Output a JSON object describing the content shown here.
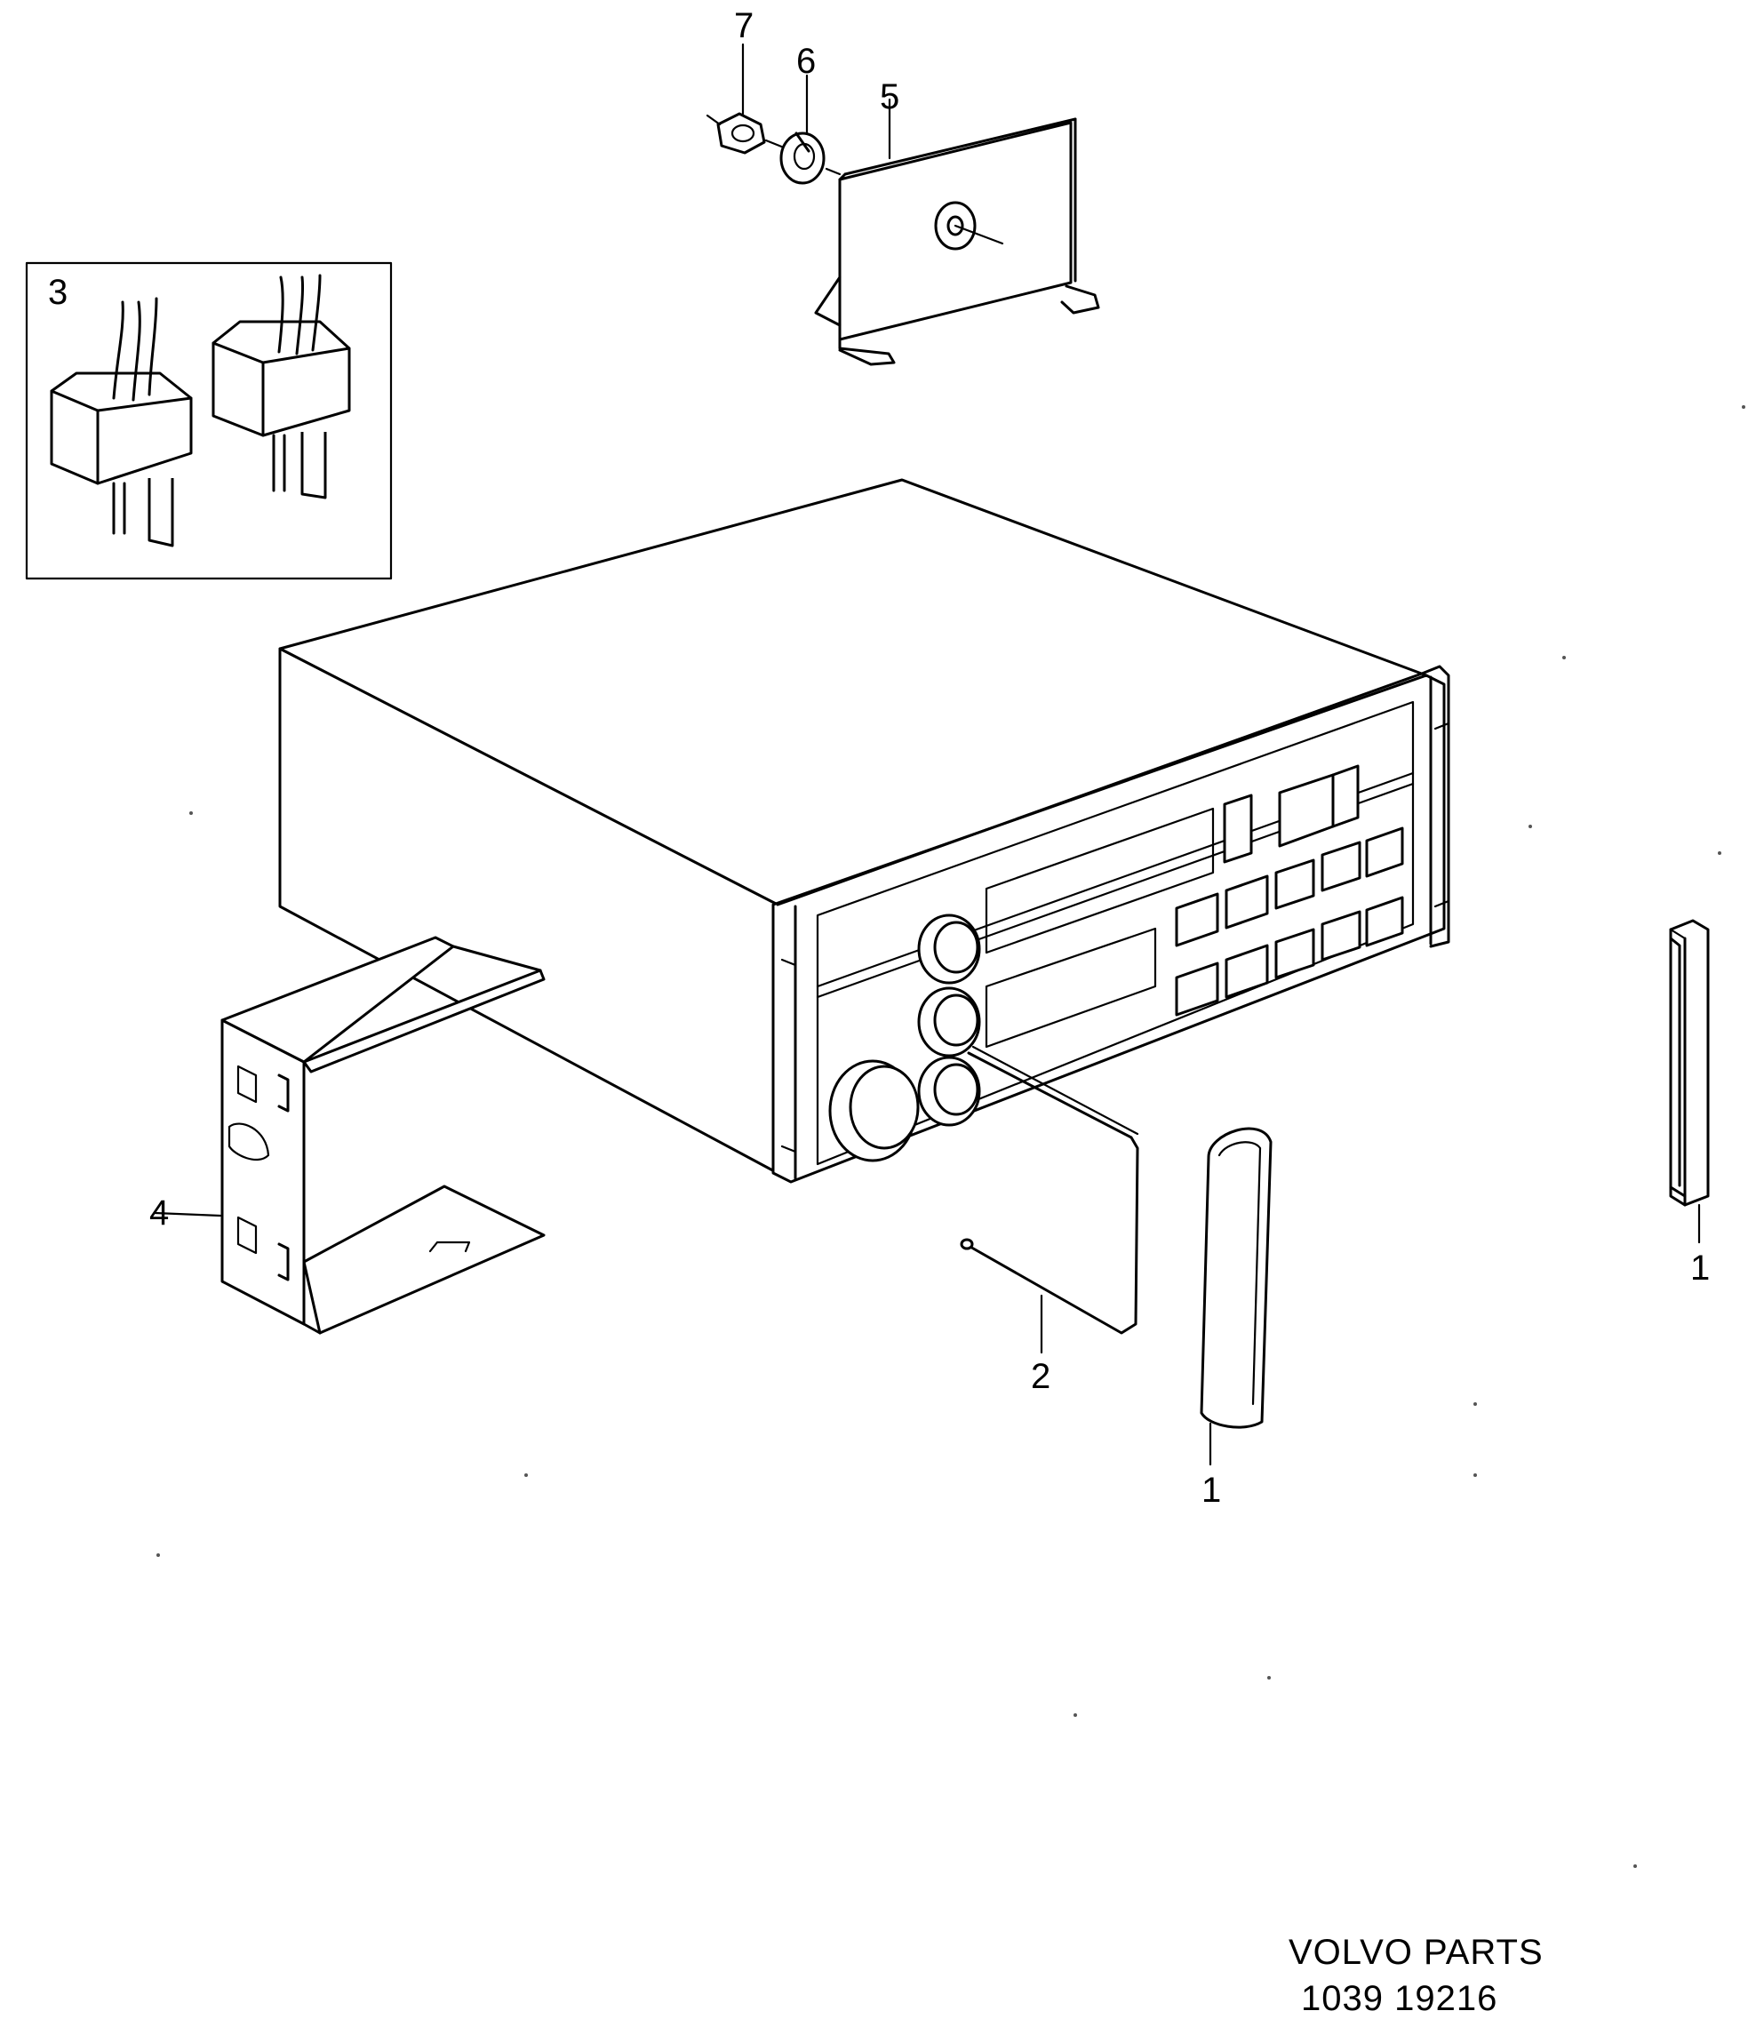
{
  "callouts": {
    "c1a": "1",
    "c1b": "1",
    "c2": "2",
    "c3": "3",
    "c4": "4",
    "c5": "5",
    "c6": "6",
    "c7": "7"
  },
  "caption": {
    "line1": "VOLVO PARTS",
    "line2": "1039  19216"
  }
}
